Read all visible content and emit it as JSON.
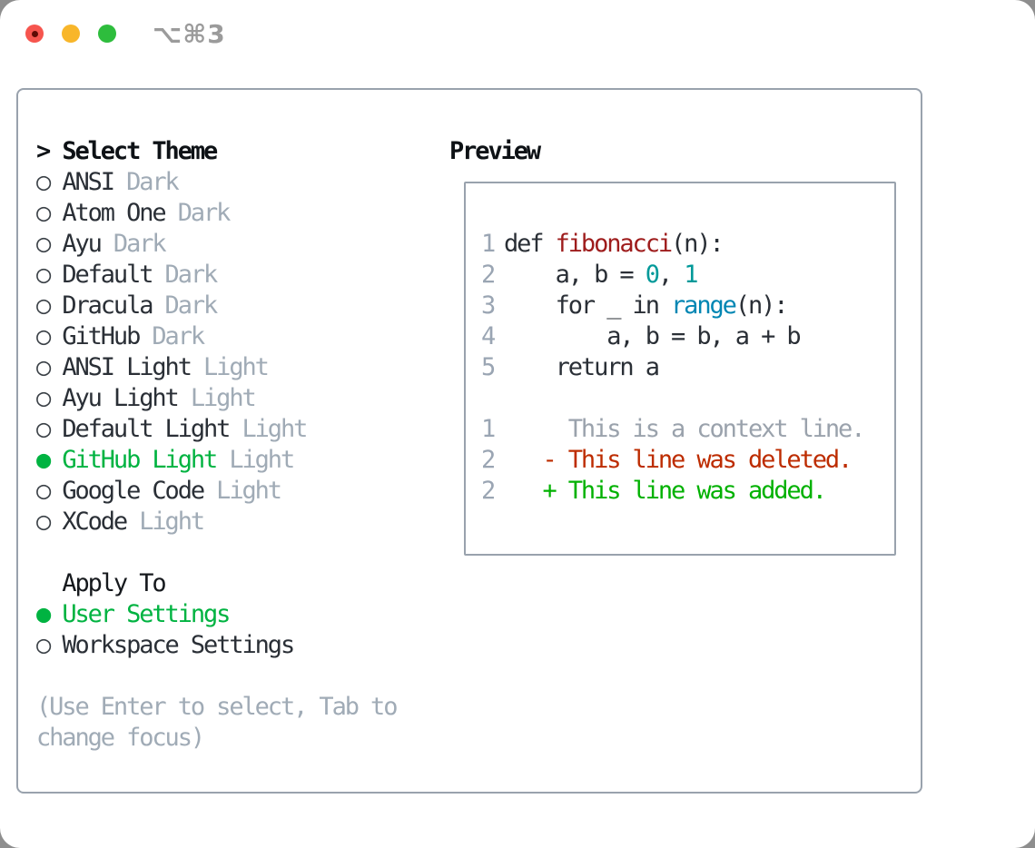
{
  "titlebar": {
    "shortcut": "⌥⌘3",
    "traffic_lights": [
      "close",
      "minimize",
      "zoom"
    ]
  },
  "glyphs": {
    "radio_selected": "●",
    "radio_unselected": "○",
    "title_caret": ">"
  },
  "theme_selector": {
    "title": "Select Theme",
    "themes": [
      {
        "name": "ANSI",
        "variant": "Dark",
        "selected": false
      },
      {
        "name": "Atom One",
        "variant": "Dark",
        "selected": false
      },
      {
        "name": "Ayu",
        "variant": "Dark",
        "selected": false
      },
      {
        "name": "Default",
        "variant": "Dark",
        "selected": false
      },
      {
        "name": "Dracula",
        "variant": "Dark",
        "selected": false
      },
      {
        "name": "GitHub",
        "variant": "Dark",
        "selected": false
      },
      {
        "name": "ANSI Light",
        "variant": "Light",
        "selected": false
      },
      {
        "name": "Ayu Light",
        "variant": "Light",
        "selected": false
      },
      {
        "name": "Default Light",
        "variant": "Light",
        "selected": false
      },
      {
        "name": "GitHub Light",
        "variant": "Light",
        "selected": true
      },
      {
        "name": "Google Code",
        "variant": "Light",
        "selected": false
      },
      {
        "name": "XCode",
        "variant": "Light",
        "selected": false
      }
    ],
    "apply_to": {
      "title": "Apply To",
      "options": [
        {
          "label": "User Settings",
          "selected": true
        },
        {
          "label": "Workspace Settings",
          "selected": false
        }
      ]
    },
    "hint_lines": [
      "(Use Enter to select, Tab to",
      "change focus)"
    ]
  },
  "preview": {
    "title": "Preview",
    "lines": [
      {
        "num": "1",
        "segments": [
          {
            "s": "kw",
            "t": "def "
          },
          {
            "s": "fn",
            "t": "fibonacci"
          },
          {
            "s": "pl",
            "t": "(n):"
          }
        ]
      },
      {
        "num": "2",
        "segments": [
          {
            "s": "pl",
            "t": "    a, b = "
          },
          {
            "s": "nu",
            "t": "0"
          },
          {
            "s": "pl",
            "t": ", "
          },
          {
            "s": "nu",
            "t": "1"
          }
        ]
      },
      {
        "num": "3",
        "segments": [
          {
            "s": "pl",
            "t": "    for _ in "
          },
          {
            "s": "bi",
            "t": "range"
          },
          {
            "s": "pl",
            "t": "(n):"
          }
        ]
      },
      {
        "num": "4",
        "segments": [
          {
            "s": "pl",
            "t": "        a, b = b, a + b"
          }
        ]
      },
      {
        "num": "5",
        "segments": [
          {
            "s": "pl",
            "t": "    return a"
          }
        ]
      },
      {
        "num": "",
        "segments": []
      },
      {
        "num": "1",
        "segments": [
          {
            "s": "ctx",
            "t": "     This is a context line."
          }
        ]
      },
      {
        "num": "2",
        "segments": [
          {
            "s": "del",
            "t": "   - This line was deleted."
          }
        ]
      },
      {
        "num": "2",
        "segments": [
          {
            "s": "add",
            "t": "   + This line was added."
          }
        ]
      }
    ]
  },
  "colors": {
    "accent_green": "#00b341",
    "variant_gray": "#a0abb6",
    "border_gray": "#99a2ad",
    "text_dark": "#2a2f36",
    "syntax_function": "#9e1c1c",
    "syntax_number": "#009999",
    "syntax_builtin": "#0086b3",
    "diff_deleted": "#bd2c00",
    "diff_added": "#00b100",
    "traffic_red": "#f6554e",
    "traffic_yellow": "#f8b62a",
    "traffic_green": "#2ebd3d"
  }
}
